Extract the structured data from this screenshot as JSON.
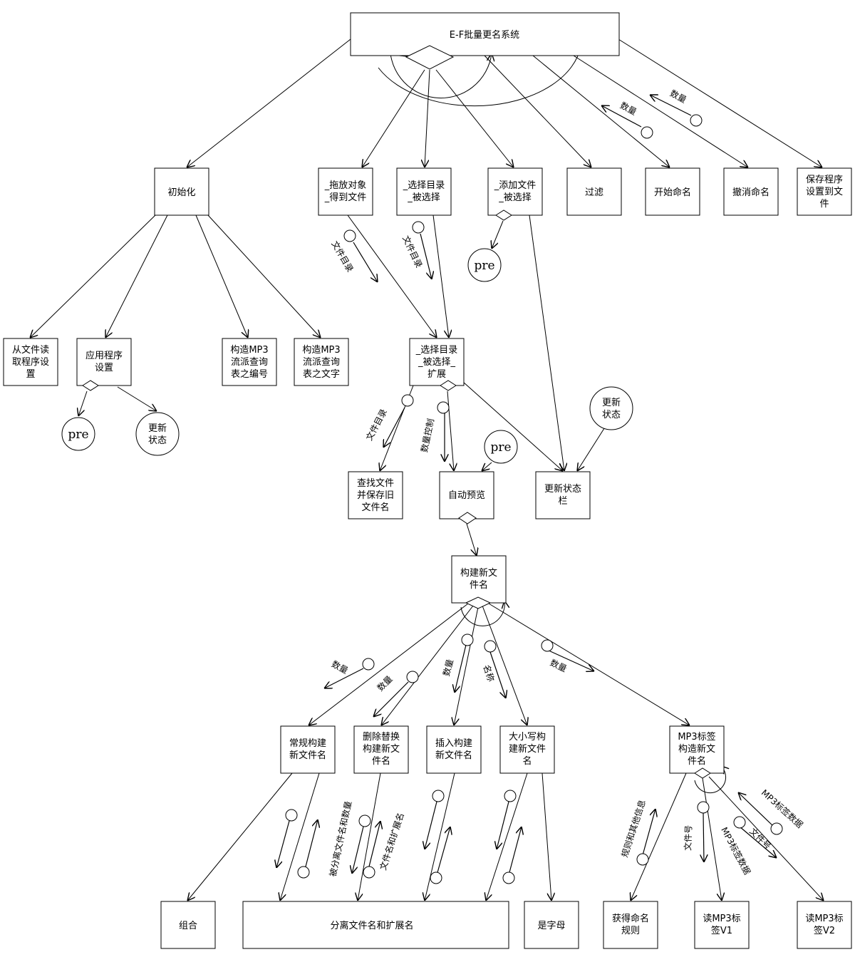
{
  "diagram": {
    "root": "E-F批量更名系统",
    "level1": {
      "init": "初始化",
      "drag": [
        "_拖放对象",
        "_得到文件"
      ],
      "seldir": [
        "_选择目录",
        "_被选择"
      ],
      "addfile": [
        "_添加文件",
        "_被选择"
      ],
      "filter": "过滤",
      "start": "开始命名",
      "undo": "撤消命名",
      "save": [
        "保存程序",
        "设置到文",
        "件"
      ]
    },
    "init_children": {
      "readcfg": [
        "从文件读",
        "取程序设",
        "置"
      ],
      "applycfg": [
        "应用程序",
        "设置"
      ],
      "genre_num": [
        "构造MP3",
        "流派查询",
        "表之编号"
      ],
      "genre_text": [
        "构造MP3",
        "流派查询",
        "表之文字"
      ]
    },
    "mid": {
      "seldir_ext": [
        "_选择目录",
        "_被选择_",
        "扩展"
      ],
      "findfile": [
        "查找文件",
        "并保存旧",
        "文件名"
      ],
      "autopreview": "自动预览",
      "statusbar": [
        "更新状态",
        "栏"
      ],
      "buildname": [
        "构建新文",
        "件名"
      ]
    },
    "builders": {
      "normal": [
        "常规构建",
        "新文件名"
      ],
      "delreplace": [
        "删除替换",
        "构建新文",
        "件名"
      ],
      "insert": [
        "插入构建",
        "新文件名"
      ],
      "case": [
        "大小写构",
        "建新文件",
        "名"
      ],
      "mp3tag": [
        "MP3标签",
        "构造新文",
        "件名"
      ]
    },
    "leaves": {
      "combine": "组合",
      "split": "分离文件名和扩展名",
      "isletter": "是字母",
      "getrule": [
        "获得命名",
        "规则"
      ],
      "readv1": [
        "读MP3标",
        "签V1"
      ],
      "readv2": [
        "读MP3标",
        "签V2"
      ]
    },
    "connectors": {
      "pre": "pre",
      "update_state": [
        "更新",
        "状态"
      ]
    },
    "flows": {
      "count": "数量",
      "filedir": "文件目录",
      "countctrl": "数量控制",
      "name": "名称",
      "split_name_count": "被分离文件名和数量",
      "filename_ext": "文件名和扩展名",
      "rules_other": "规则和其他信息",
      "fileno": "文件号",
      "mp3tagdata": "MP3标签数据"
    }
  }
}
